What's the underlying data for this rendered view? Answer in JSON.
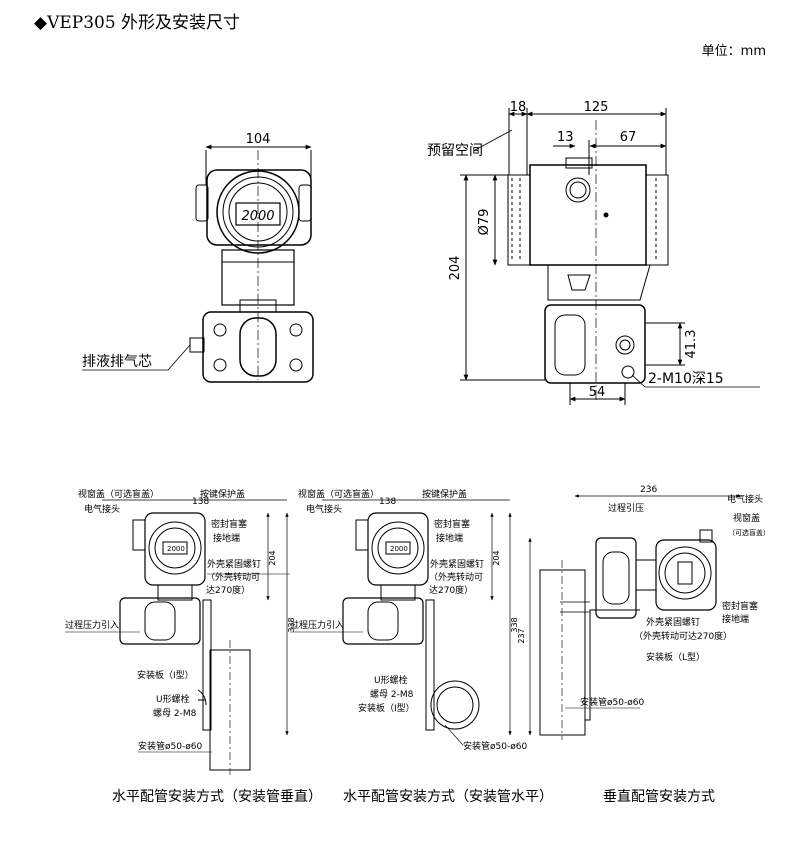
{
  "title": "◆VEP305 外形及安装尺寸",
  "unit": "单位：mm",
  "top_left": {
    "dim_width": "104",
    "display": "2000",
    "drain_label": "排液排气芯"
  },
  "top_right": {
    "dim_18": "18",
    "dim_125": "125",
    "dim_13": "13",
    "dim_67": "67",
    "reserved_space": "预留空间",
    "dim_diameter": "Ø79",
    "dim_height": "204",
    "dim_41_3": "41.3",
    "dim_54": "54",
    "thread": "2-M10深15"
  },
  "bottom": {
    "common": {
      "window_cover": "视窗盖（可选盲盖）",
      "dim_138": "138",
      "button_cover": "按键保护盖",
      "electrical_connector": "电气接头",
      "seal_plug": "密封盲塞",
      "ground": "接地端",
      "housing_screw": "外壳紧固螺钉",
      "rotate_1": "（外壳转动可",
      "rotate_2": "达270度）",
      "process_inlet": "过程压力引入",
      "dim_204": "204",
      "dim_338": "338",
      "pipe": "安装管ø50-ø60",
      "u_bolt": "U形螺栓",
      "nut": "螺母 2-M8"
    },
    "d1": {
      "bracket": "安装板（I型）",
      "caption": "水平配管安装方式（安装管垂直）"
    },
    "d2": {
      "bracket": "安装板（I型）",
      "caption": "水平配管安装方式（安装管水平）"
    },
    "d3": {
      "dim_236": "236",
      "process_inlet": "过程引压",
      "electrical_connector": "电气接头",
      "window_cover": "视窗盖",
      "optional_blind": "（可选盲盖）",
      "seal_plug": "密封盲塞",
      "ground": "接地端",
      "housing_screw": "外壳紧固螺钉",
      "rotate": "（外壳转动可达270度）",
      "bracket": "安装板（L型）",
      "dim_237": "237",
      "pipe": "安装管ø50-ø60",
      "caption": "垂直配管安装方式"
    }
  }
}
